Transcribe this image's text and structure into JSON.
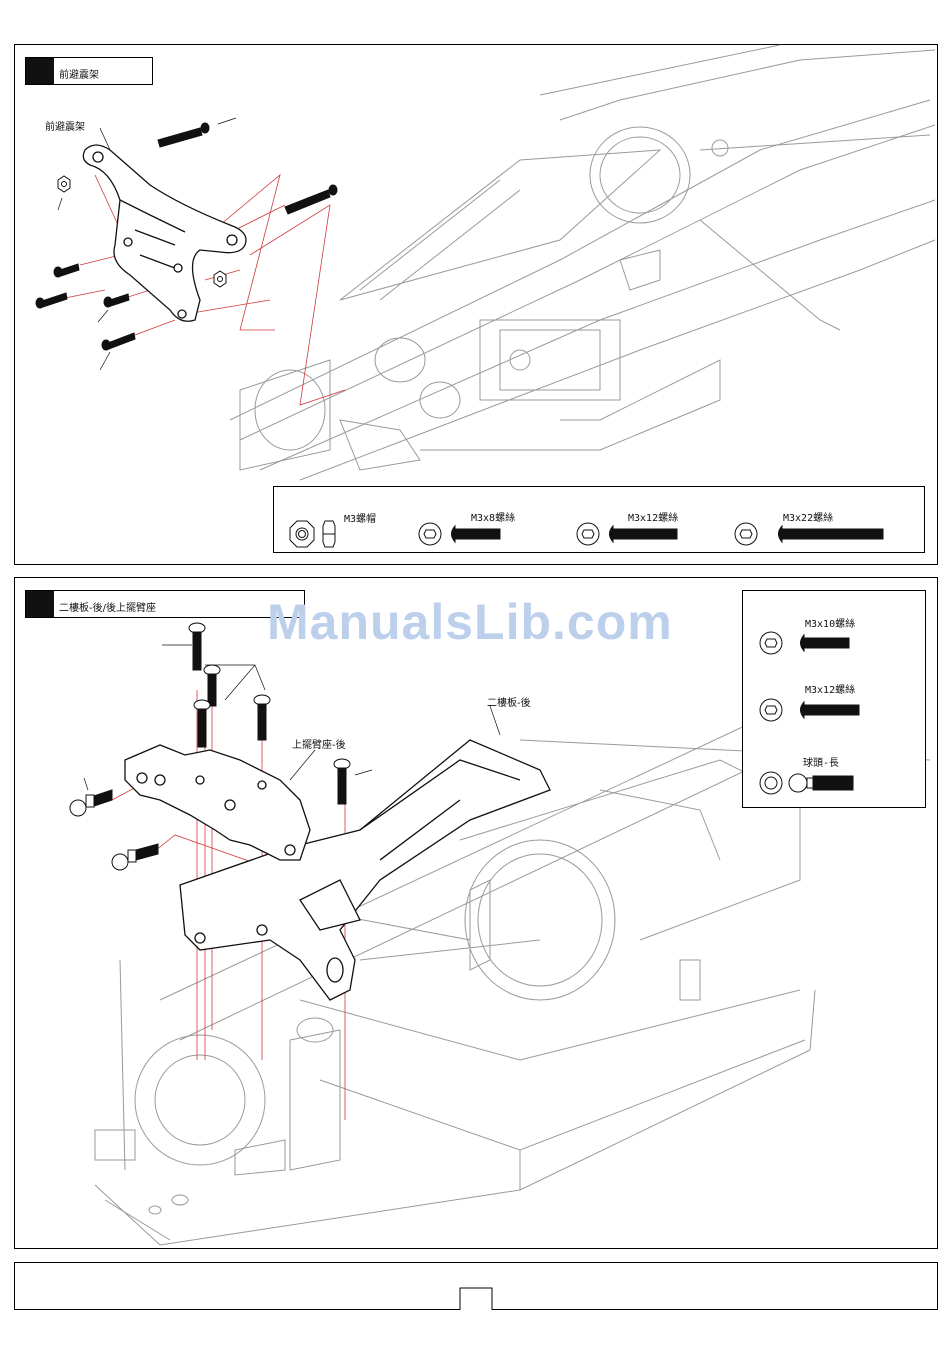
{
  "watermark": "ManualsLib.com",
  "step1": {
    "title": "前避震架",
    "callout": "前避震架",
    "parts": [
      {
        "label": "M3螺帽",
        "icon": "hex-nut-icon"
      },
      {
        "label": "M3x8螺絲",
        "icon": "button-head-screw-icon"
      },
      {
        "label": "M3x12螺絲",
        "icon": "button-head-screw-icon"
      },
      {
        "label": "M3x22螺絲",
        "icon": "button-head-screw-icon"
      }
    ]
  },
  "step2": {
    "title": "二樓板-後/後上擺臂座",
    "callouts": {
      "upper_plate": "二樓板-後",
      "arm_mount": "上擺臂座-後"
    },
    "parts": [
      {
        "label": "M3x10螺絲",
        "icon": "button-head-screw-icon"
      },
      {
        "label": "M3x12螺絲",
        "icon": "button-head-screw-icon"
      },
      {
        "label": "球頭-長",
        "icon": "ball-stud-icon"
      }
    ]
  },
  "colors": {
    "line": "#111111",
    "guide": "#d03a3a",
    "background_art": "#9a9a9a",
    "watermark": "#bcd0ec"
  }
}
